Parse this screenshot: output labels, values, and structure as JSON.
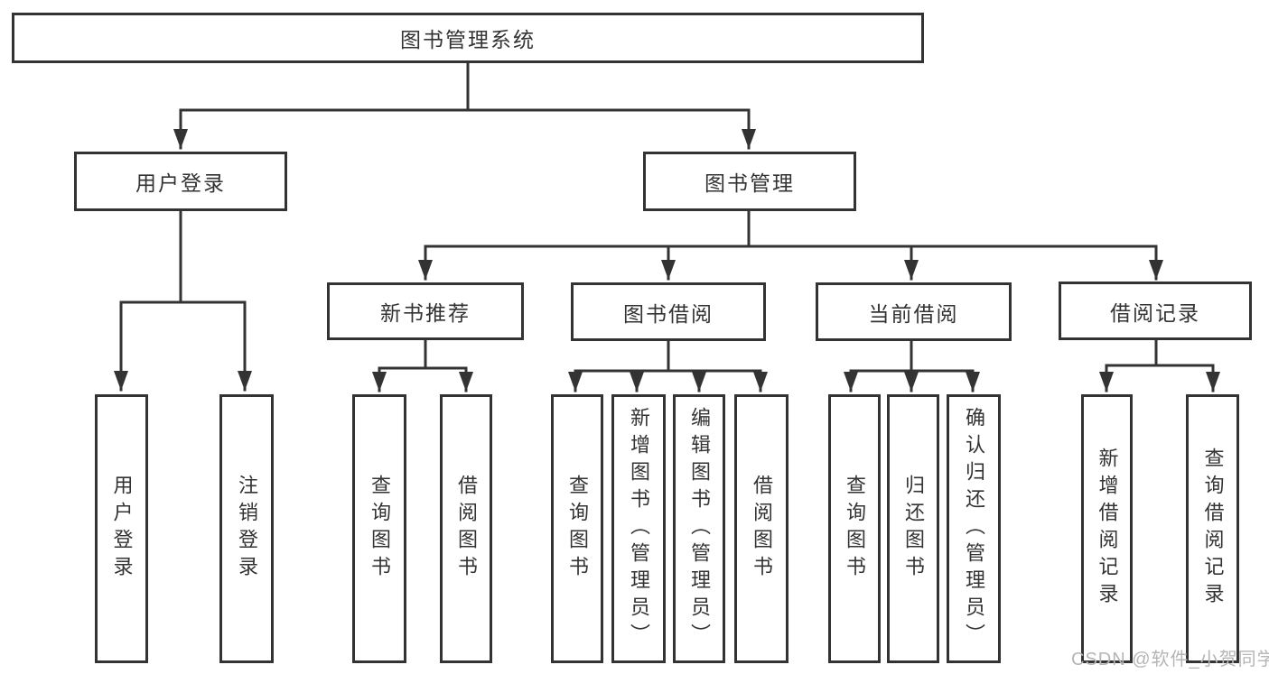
{
  "tree": {
    "root": "图书管理系统",
    "branches": [
      {
        "label": "用户登录",
        "children": [
          "用户登录",
          "注销登录"
        ]
      },
      {
        "label": "图书管理",
        "groups": [
          {
            "label": "新书推荐",
            "children": [
              "查询图书",
              "借阅图书"
            ]
          },
          {
            "label": "图书借阅",
            "children": [
              "查询图书",
              "新增图书（管理员）",
              "编辑图书（管理员）",
              "借阅图书"
            ]
          },
          {
            "label": "当前借阅",
            "children": [
              "查询图书",
              "归还图书",
              "确认归还（管理员）"
            ]
          },
          {
            "label": "借阅记录",
            "children": [
              "新增借阅记录",
              "查询借阅记录"
            ]
          }
        ]
      }
    ]
  },
  "watermark": "CSDN @软件_小贺同学",
  "colors": {
    "line": "#333333",
    "text": "#333333",
    "background": "#ffffff",
    "watermark": "#b5b5b5"
  }
}
